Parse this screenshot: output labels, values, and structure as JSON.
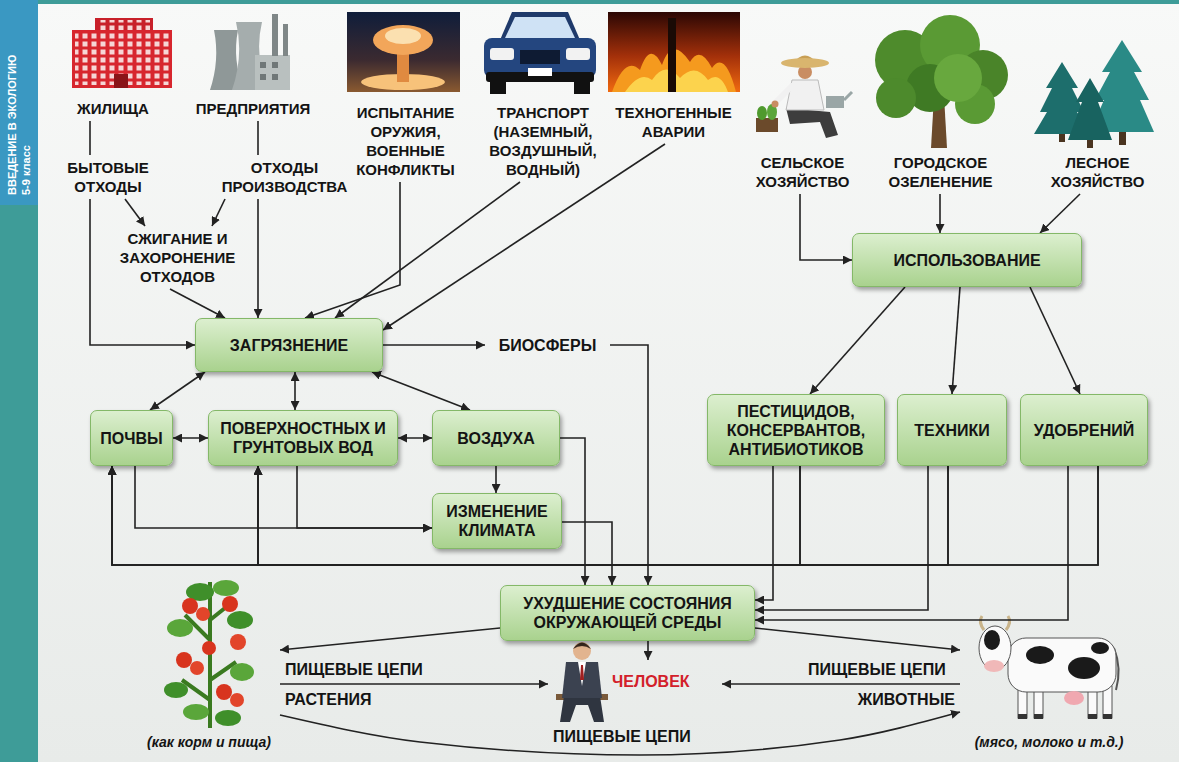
{
  "diagram": {
    "nodes": [
      {
        "text": [
          "ЖИЛИЩА"
        ]
      },
      {
        "text": [
          "ПРЕДПРИЯТИЯ"
        ]
      },
      {
        "text": [
          "ИСПЫТАНИЕ ОРУЖИЯ, ВОЕННЫЕ КОНФЛИКТЫ"
        ]
      },
      {
        "text": [
          "ТРАНСПОРТ (НАЗЕМНЫЙ, ВОЗДУШНЫЙ, ВОДНЫЙ)"
        ]
      },
      {
        "text": [
          "ТЕХНОГЕННЫЕ АВАРИИ"
        ]
      },
      {
        "text": [
          "СЕЛЬСКОЕ ХОЗЯЙСТВО"
        ]
      },
      {
        "text": [
          "ГОРОДСКОЕ ОЗЕЛЕНЕНИЕ"
        ]
      },
      {
        "text": [
          "ЛЕСНОЕ ХОЗЯЙСТВО"
        ]
      },
      {
        "text": [
          "БЫТОВЫЕ ОТХОДЫ"
        ]
      },
      {
        "text": [
          "ОТХОДЫ ПРОИЗВОДСТВА"
        ]
      },
      {
        "text": [
          "СЖИГАНИЕ И ЗАХОРОНЕНИЕ ОТХОДОВ"
        ]
      },
      {
        "text": [
          "ЗАГРЯЗНЕНИЕ"
        ]
      },
      {
        "text": [
          "БИОСФЕРЫ"
        ]
      },
      {
        "text": [
          "ИСПОЛЬЗОВАНИЕ"
        ]
      },
      {
        "text": [
          "ПОЧВЫ"
        ]
      },
      {
        "text": [
          "ПОВЕРХНОСТНЫХ И ГРУНТОВЫХ ВОД"
        ]
      },
      {
        "text": [
          "ВОЗДУХА"
        ]
      },
      {
        "text": [
          "ПЕСТИЦИДОВ, КОНСЕРВАНТОВ, АНТИБИОТИКОВ"
        ]
      },
      {
        "text": [
          "ТЕХНИКИ"
        ]
      },
      {
        "text": [
          "УДОБРЕНИЙ"
        ]
      },
      {
        "text": [
          "ИЗМЕНЕНИЕ КЛИМАТА"
        ]
      },
      {
        "text": [
          "УХУДШЕНИЕ СОСТОЯНИЯ ОКРУЖАЮЩЕЙ СРЕДЫ"
        ]
      },
      {
        "text": [
          "(как корм и пища)"
        ]
      },
      {
        "text": [
          "ЧЕЛОВЕК"
        ]
      },
      {
        "text": [
          "(мясо, молоко и т.д.)"
        ]
      }
    ],
    "edges": [
      {
        "from": 0,
        "to": 8,
        "arrow": "none"
      },
      {
        "from": 1,
        "to": 9,
        "arrow": "none"
      },
      {
        "from": 8,
        "to": 10,
        "arrow": "to"
      },
      {
        "from": 9,
        "to": 10,
        "arrow": "to"
      },
      {
        "from": 8,
        "to": 11,
        "arrow": "to"
      },
      {
        "from": 9,
        "to": 11,
        "arrow": "to"
      },
      {
        "from": 10,
        "to": 11,
        "arrow": "to"
      },
      {
        "from": 2,
        "to": 11,
        "arrow": "to"
      },
      {
        "from": 3,
        "to": 11,
        "arrow": "to"
      },
      {
        "from": 4,
        "to": 11,
        "arrow": "to"
      },
      {
        "from": 5,
        "to": 13,
        "arrow": "to"
      },
      {
        "from": 6,
        "to": 13,
        "arrow": "to"
      },
      {
        "from": 7,
        "to": 13,
        "arrow": "to"
      },
      {
        "from": 11,
        "to": 12,
        "arrow": "to"
      },
      {
        "from": 12,
        "to": 21,
        "arrow": "to"
      },
      {
        "from": 11,
        "to": 14,
        "arrow": "both"
      },
      {
        "from": 11,
        "to": 15,
        "arrow": "both"
      },
      {
        "from": 11,
        "to": 16,
        "arrow": "both"
      },
      {
        "from": 14,
        "to": 15,
        "arrow": "both"
      },
      {
        "from": 15,
        "to": 16,
        "arrow": "both"
      },
      {
        "from": 16,
        "to": 20,
        "arrow": "to"
      },
      {
        "from": 16,
        "to": 21,
        "arrow": "to"
      },
      {
        "from": 20,
        "to": 21,
        "arrow": "to"
      },
      {
        "from": 13,
        "to": 17,
        "arrow": "to"
      },
      {
        "from": 13,
        "to": 18,
        "arrow": "to"
      },
      {
        "from": 13,
        "to": 19,
        "arrow": "to"
      },
      {
        "from": 14,
        "to": 20,
        "arrow": "to"
      },
      {
        "from": 15,
        "to": 20,
        "arrow": "to"
      },
      {
        "from": 17,
        "to": 14,
        "arrow": "to"
      },
      {
        "from": 17,
        "to": 15,
        "arrow": "to"
      },
      {
        "from": 18,
        "to": 14,
        "arrow": "to"
      },
      {
        "from": 18,
        "to": 15,
        "arrow": "to"
      },
      {
        "from": 19,
        "to": 14,
        "arrow": "to"
      },
      {
        "from": 19,
        "to": 15,
        "arrow": "to"
      },
      {
        "from": 17,
        "to": 21,
        "arrow": "to"
      },
      {
        "from": 18,
        "to": 21,
        "arrow": "to"
      },
      {
        "from": 19,
        "to": 21,
        "arrow": "to"
      },
      {
        "from": 21,
        "to": 22,
        "arrow": "to"
      },
      {
        "from": 21,
        "to": 23,
        "arrow": "to"
      },
      {
        "from": 21,
        "to": 24,
        "arrow": "to"
      },
      {
        "from": 22,
        "to": 23,
        "label": "ПИЩЕВЫЕ ЦЕПИ",
        "arrow": "to"
      },
      {
        "from": 24,
        "to": 23,
        "label": "ПИЩЕВЫЕ ЦЕПИ",
        "arrow": "to"
      },
      {
        "from": 22,
        "to": 24,
        "label": "ПИЩЕВЫЕ ЦЕПИ",
        "arrow": "to"
      }
    ],
    "labels": [
      "ВВЕДЕНИЕ В ЭКОЛОГИЮ",
      "5-9 класс",
      "РАСТЕНИЯ",
      "ЖИВОТНЫЕ"
    ]
  }
}
